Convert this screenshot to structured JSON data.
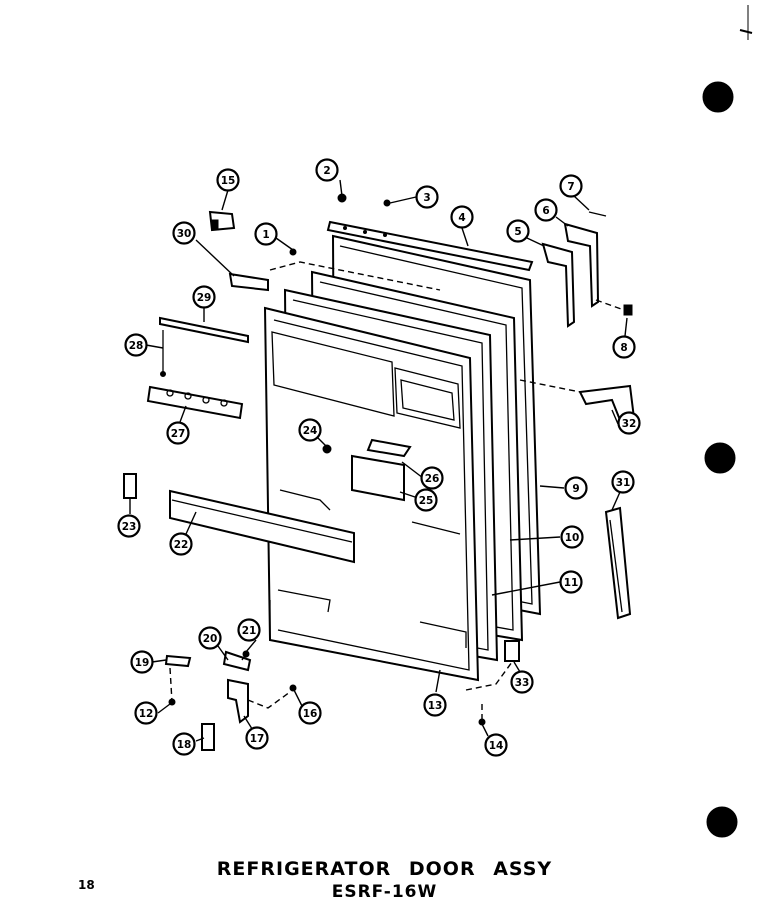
{
  "title": "REFRIGERATOR DOOR ASSY",
  "model": "ESRF-16W",
  "page_number": "18",
  "callouts": [
    {
      "id": "c2",
      "label": "2"
    },
    {
      "id": "c3",
      "label": "3"
    },
    {
      "id": "c4",
      "label": "4"
    },
    {
      "id": "c5",
      "label": "5"
    },
    {
      "id": "c6",
      "label": "6"
    },
    {
      "id": "c7",
      "label": "7"
    },
    {
      "id": "c8",
      "label": "8"
    },
    {
      "id": "c9",
      "label": "9"
    },
    {
      "id": "c10",
      "label": "10"
    },
    {
      "id": "c11",
      "label": "11"
    },
    {
      "id": "c1",
      "label": "1"
    },
    {
      "id": "c15",
      "label": "15"
    },
    {
      "id": "c30",
      "label": "30"
    },
    {
      "id": "c29",
      "label": "29"
    },
    {
      "id": "c28",
      "label": "28"
    },
    {
      "id": "c27",
      "label": "27"
    },
    {
      "id": "c24",
      "label": "24"
    },
    {
      "id": "c26",
      "label": "26"
    },
    {
      "id": "c25",
      "label": "25"
    },
    {
      "id": "c32",
      "label": "32"
    },
    {
      "id": "c31",
      "label": "31"
    },
    {
      "id": "c23",
      "label": "23"
    },
    {
      "id": "c22",
      "label": "22"
    },
    {
      "id": "c21",
      "label": "21"
    },
    {
      "id": "c20",
      "label": "20"
    },
    {
      "id": "c19",
      "label": "19"
    },
    {
      "id": "c12",
      "label": "12"
    },
    {
      "id": "c18",
      "label": "18"
    },
    {
      "id": "c17",
      "label": "17"
    },
    {
      "id": "c16",
      "label": "16"
    },
    {
      "id": "c13",
      "label": "13"
    },
    {
      "id": "c14",
      "label": "14"
    },
    {
      "id": "c33",
      "label": "33"
    }
  ]
}
